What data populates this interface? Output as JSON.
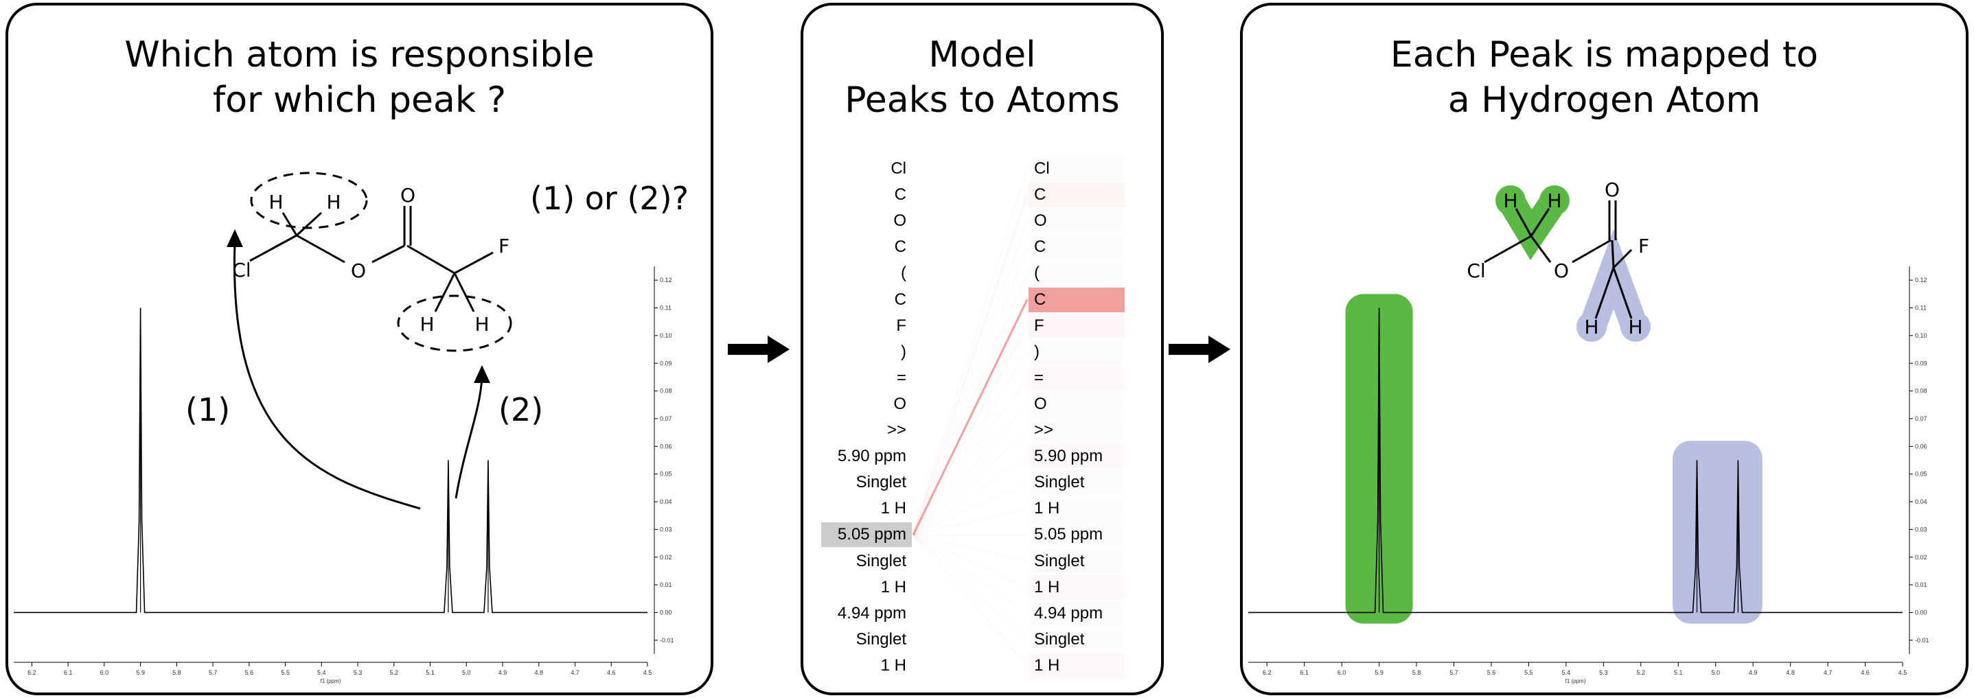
{
  "left_panel": {
    "title_line1": "Which atom is responsible",
    "title_line2": "for which peak ?",
    "question": "(1) or (2)?",
    "label_1": "(1)",
    "label_2": "(2)"
  },
  "middle_panel": {
    "title_line1": "Model",
    "title_line2": "Peaks to Atoms",
    "tokens_left": [
      "Cl",
      "C",
      "O",
      "C",
      "(",
      "C",
      "F",
      ")",
      "=",
      "O",
      ">>",
      "5.90 ppm",
      "Singlet",
      "1 H",
      "5.05 ppm",
      "Singlet",
      "1 H",
      "4.94 ppm",
      "Singlet",
      "1 H"
    ],
    "tokens_right": [
      "Cl",
      "C",
      "O",
      "C",
      "(",
      "C",
      "F",
      ")",
      "=",
      "O",
      ">>",
      "5.90 ppm",
      "Singlet",
      "1 H",
      "5.05 ppm",
      "Singlet",
      "1 H",
      "4.94 ppm",
      "Singlet",
      "1 H"
    ],
    "selected_left_index": 14,
    "attention_weights": [
      0.02,
      0.1,
      0.01,
      0.03,
      0.02,
      0.85,
      0.08,
      0.03,
      0.06,
      0.04,
      0.03,
      0.05,
      0.03,
      0.04,
      0.03,
      0.03,
      0.05,
      0.04,
      0.03,
      0.07
    ]
  },
  "right_panel": {
    "title_line1": "Each Peak is mapped to",
    "title_line2": "a Hydrogen Atom"
  },
  "molecule": {
    "atoms": {
      "Cl": "Cl",
      "O": "O",
      "F": "F",
      "H": "H"
    }
  },
  "colors": {
    "green_highlight": "#5cb844",
    "blue_highlight": "#b9bfe0",
    "attention_red": "#ef8f8f",
    "selected_grey": "#cccccc"
  },
  "chart_data": {
    "type": "line",
    "xlabel": "f1 (ppm)",
    "xlim": [
      6.25,
      4.5
    ],
    "ylim": [
      -0.015,
      0.125
    ],
    "xticks": [
      "6.2",
      "6.1",
      "6.0",
      "5.9",
      "5.8",
      "5.7",
      "5.6",
      "5.5",
      "5.4",
      "5.3",
      "5.2",
      "5.1",
      "5.0",
      "4.9",
      "4.8",
      "4.7",
      "4.6",
      "4.5"
    ],
    "yticks": [
      "0.12",
      "0.11",
      "0.10",
      "0.09",
      "0.08",
      "0.07",
      "0.06",
      "0.05",
      "0.04",
      "0.03",
      "0.02",
      "0.01",
      "0.00",
      "-0.01"
    ],
    "peaks": [
      {
        "ppm": 5.9,
        "height": 0.11
      },
      {
        "ppm": 5.05,
        "height": 0.055
      },
      {
        "ppm": 4.94,
        "height": 0.055
      }
    ]
  }
}
